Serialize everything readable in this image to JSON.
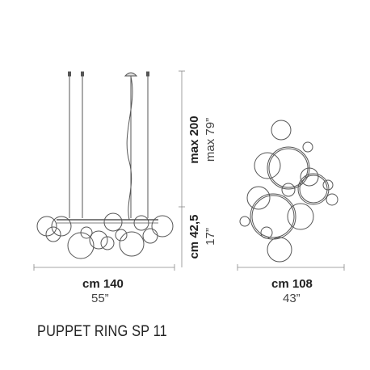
{
  "product_name": "PUPPET RING SP 11",
  "front_view": {
    "width_cm": "cm 140",
    "width_in": "55”",
    "height_max_cm": "max 200",
    "height_max_in": "max 79”",
    "height_body_cm": "cm 42,5",
    "height_body_in": "17”"
  },
  "top_view": {
    "width_cm": "cm 108",
    "width_in": "43”"
  }
}
